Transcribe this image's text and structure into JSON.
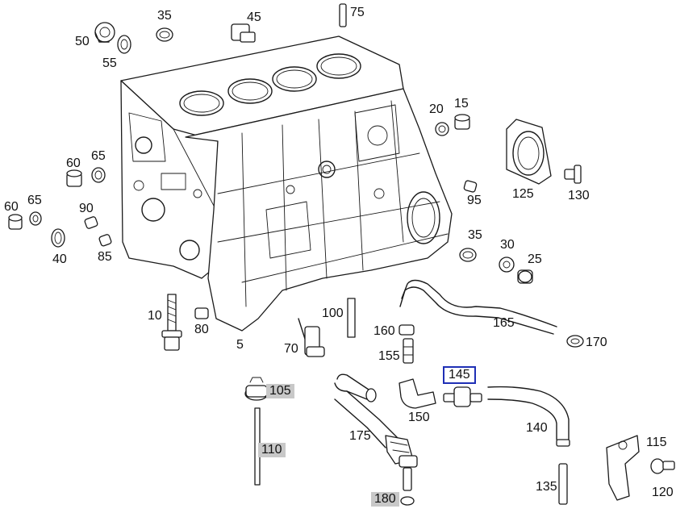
{
  "labels": [
    "35",
    "45",
    "75",
    "50",
    "55",
    "20",
    "15",
    "125",
    "130",
    "60",
    "65",
    "95",
    "60",
    "65",
    "90",
    "40",
    "85",
    "35",
    "30",
    "25",
    "10",
    "80",
    "100",
    "160",
    "165",
    "170",
    "5",
    "70",
    "155",
    "145",
    "105",
    "150",
    "140",
    "175",
    "110",
    "115",
    "120",
    "135",
    "180"
  ],
  "highlighted": [
    "105",
    "110",
    "180"
  ],
  "selected": "145",
  "colors": {
    "highlight": "#c8c8c8",
    "selection_border": "#1f2fb5",
    "line": "#1a1a1a"
  }
}
